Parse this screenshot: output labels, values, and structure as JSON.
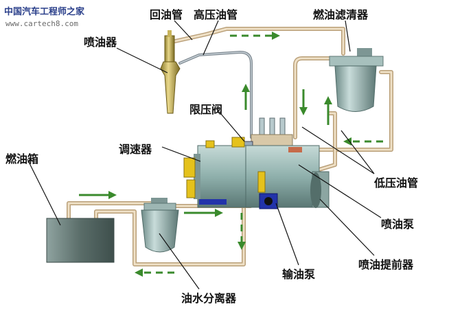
{
  "watermark": {
    "brand": "中国汽车工程师之家",
    "url": "www.cartech8.com"
  },
  "labels": {
    "return_pipe": "回油管",
    "high_pressure_pipe": "高压油管",
    "fuel_filter": "燃油滤清器",
    "injector": "喷油器",
    "pressure_limit_valve": "限压阀",
    "governor": "调速器",
    "fuel_tank": "燃油箱",
    "low_pressure_pipe": "低压油管",
    "injection_pump": "喷油泵",
    "oil_water_separator": "油水分离器",
    "feed_pump": "输油泵",
    "timing_advancer": "喷油提前器"
  },
  "colors": {
    "pipe": "#e3d2b6",
    "pipe_edge": "#b99f78",
    "arrow": "#3a8a2c",
    "pump_body": "#9bb8b4",
    "pump_dark": "#5f7b78",
    "tank": "#5f706c",
    "feed_pump_blue": "#2233aa",
    "yellow_wire": "#e5c21c"
  }
}
